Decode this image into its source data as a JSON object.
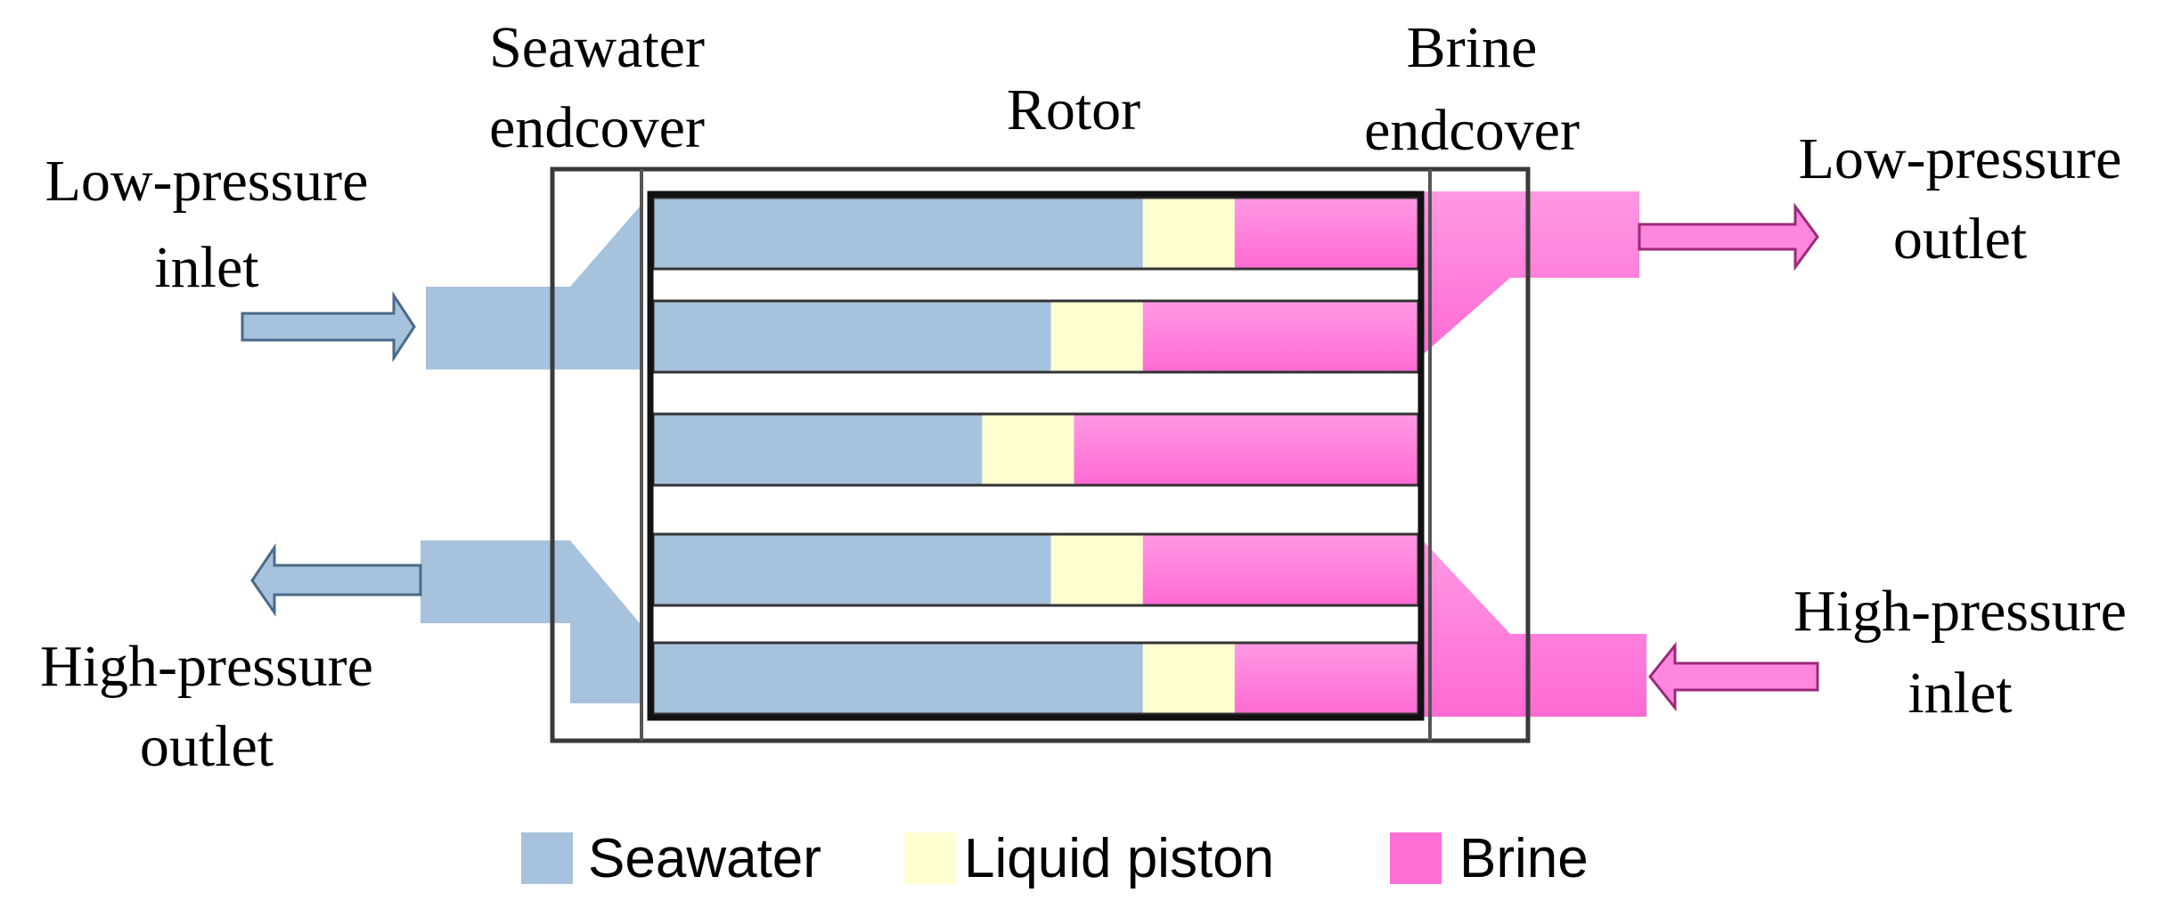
{
  "labels": {
    "seawater_endcover": [
      "Seawater",
      "endcover"
    ],
    "rotor": "Rotor",
    "brine_endcover": [
      "Brine",
      "endcover"
    ],
    "low_pressure_inlet": [
      "Low-pressure",
      "inlet"
    ],
    "low_pressure_outlet": [
      "Low-pressure",
      "outlet"
    ],
    "high_pressure_outlet": [
      "High-pressure",
      "outlet"
    ],
    "high_pressure_inlet": [
      "High-pressure",
      "inlet"
    ]
  },
  "legend": [
    {
      "key": "seawater",
      "label": "Seawater",
      "color": "#a7c2dc"
    },
    {
      "key": "piston",
      "label": "Liquid piston",
      "color": "#fefed0"
    },
    {
      "key": "brine",
      "label": "Brine",
      "color": "#ff6fd6"
    }
  ],
  "colors": {
    "seawater": "#a7c2dc",
    "piston": "#fefed0",
    "brine": "#ff6fd6",
    "brine_light": "#ff96e3",
    "outline": "#3a3a3a"
  },
  "channels": [
    {
      "seawater_fraction": 0.64,
      "piston_fraction": 0.12
    },
    {
      "seawater_fraction": 0.52,
      "piston_fraction": 0.12
    },
    {
      "seawater_fraction": 0.43,
      "piston_fraction": 0.12
    },
    {
      "seawater_fraction": 0.52,
      "piston_fraction": 0.12
    },
    {
      "seawater_fraction": 0.64,
      "piston_fraction": 0.12
    }
  ]
}
